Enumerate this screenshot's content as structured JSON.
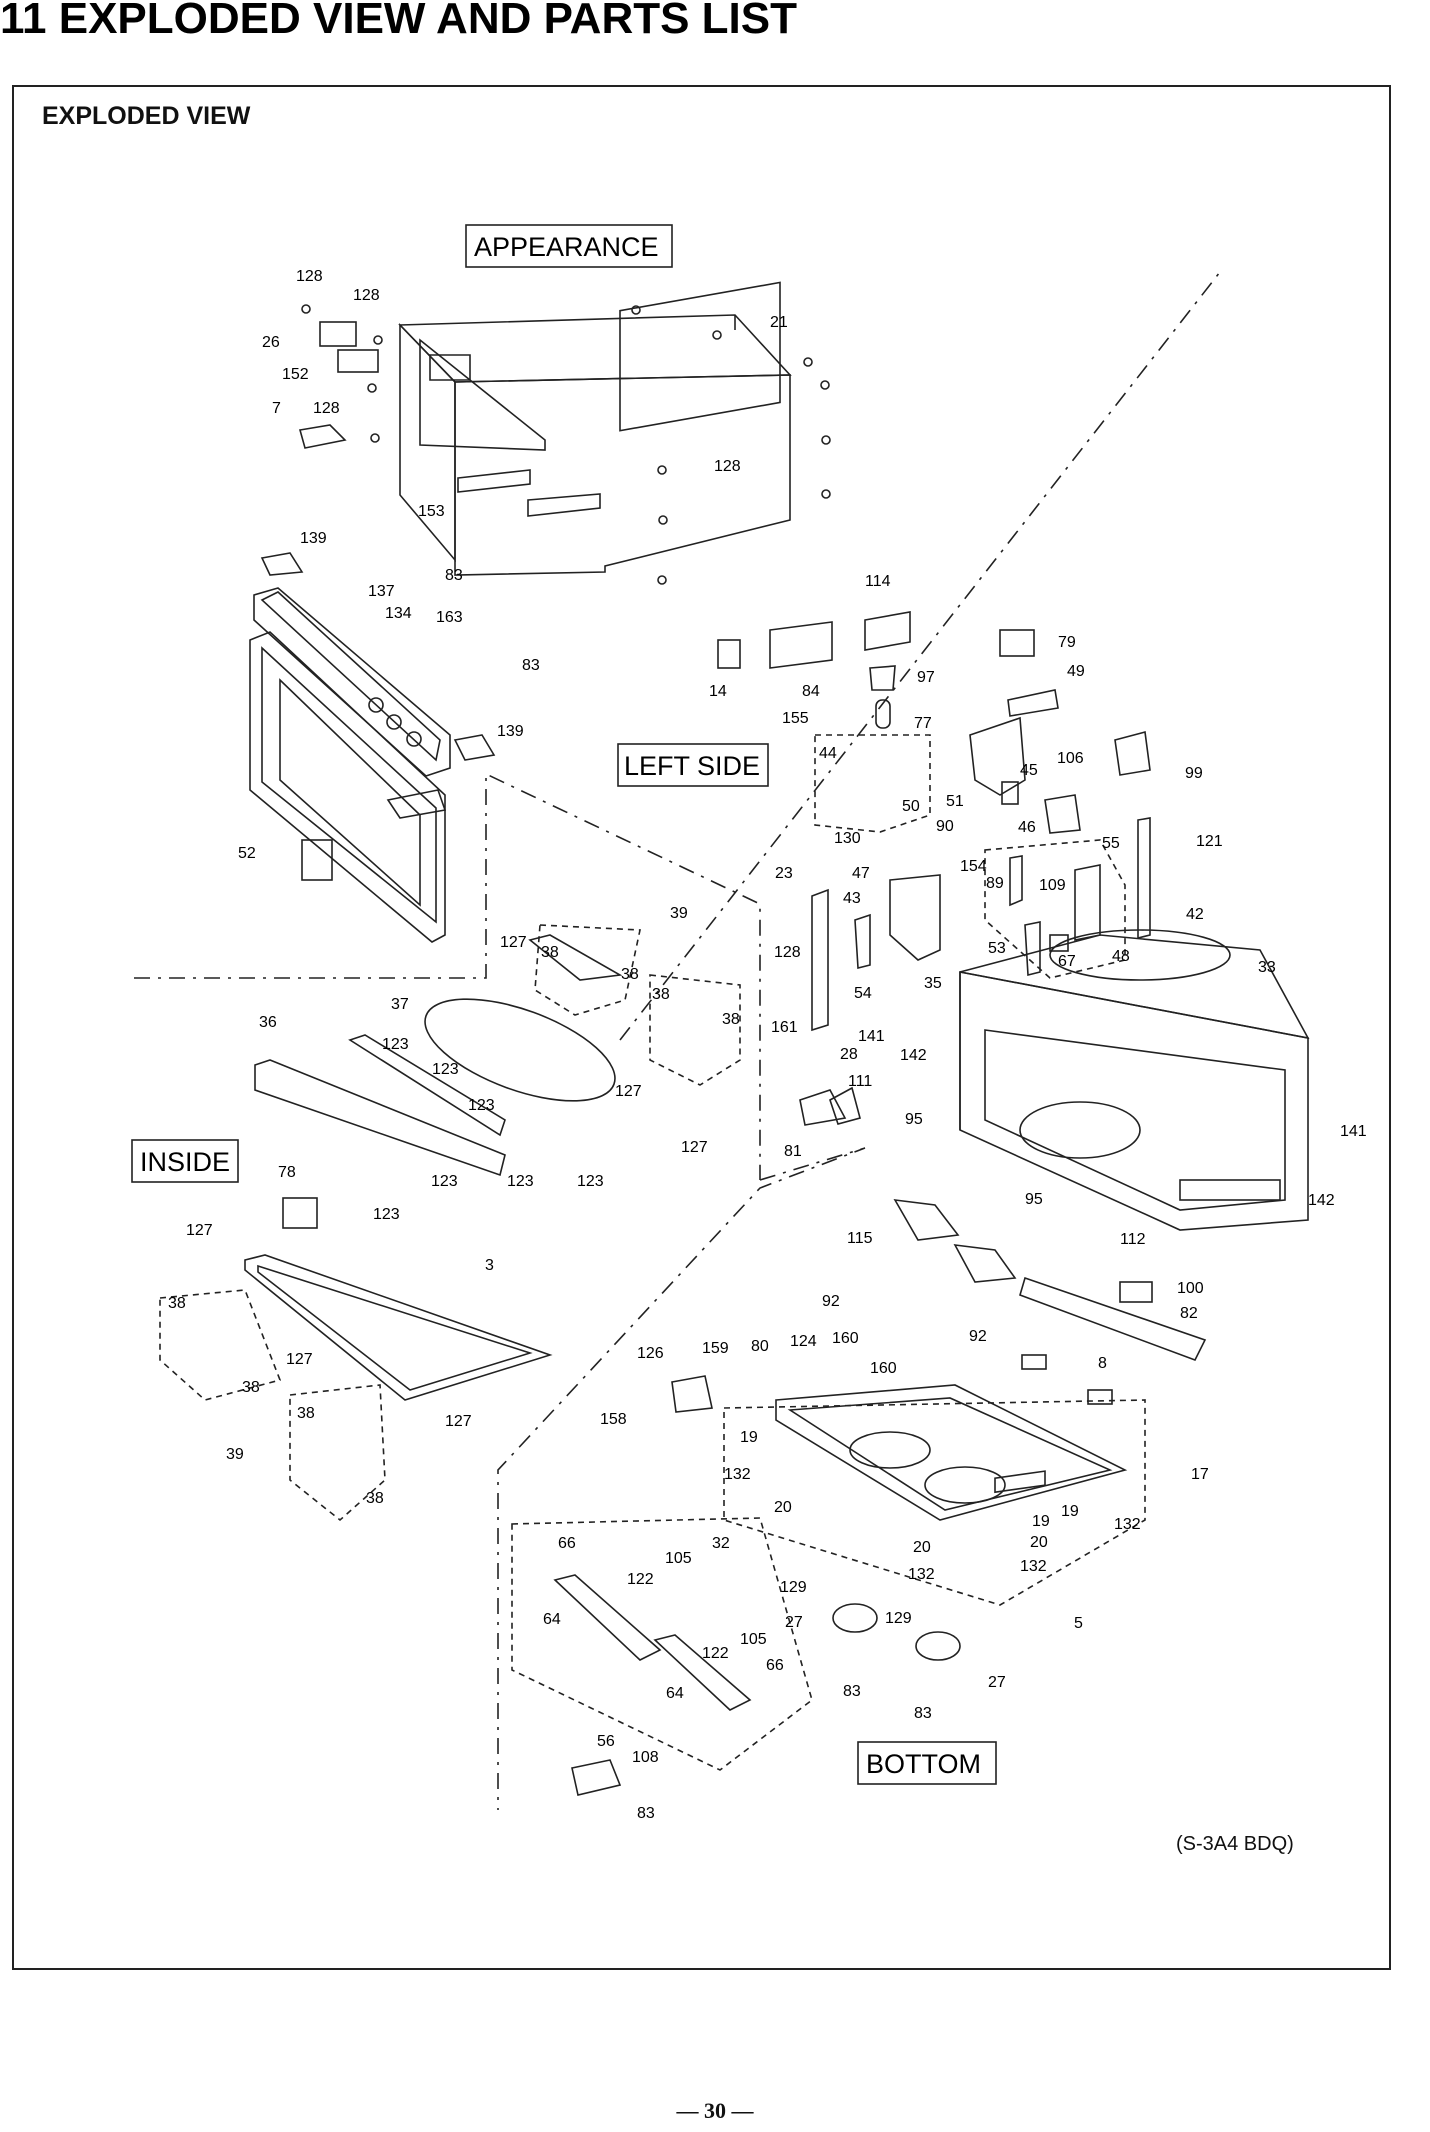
{
  "page": {
    "heading": "11 EXPLODED VIEW AND PARTS LIST",
    "section_label": "EXPLODED VIEW",
    "drawing_code": "(S-3A4 BDQ)",
    "page_number": "— 30 —"
  },
  "groups": {
    "appearance": "APPEARANCE",
    "left_side": "LEFT SIDE",
    "inside": "INSIDE",
    "bottom": "BOTTOM"
  },
  "callouts": {
    "appearance": [
      "128",
      "128",
      "26",
      "152",
      "7",
      "128",
      "21",
      "128",
      "153",
      "139",
      "83",
      "137",
      "134",
      "163",
      "83",
      "139",
      "52"
    ],
    "left_side": [
      "114",
      "79",
      "49",
      "14",
      "84",
      "97",
      "77",
      "155",
      "44",
      "106",
      "99",
      "45",
      "51",
      "50",
      "90",
      "46",
      "130",
      "154",
      "47",
      "55",
      "121",
      "23",
      "43",
      "89",
      "109",
      "42",
      "128",
      "53",
      "67",
      "48",
      "54",
      "35",
      "33",
      "161",
      "141",
      "28",
      "142",
      "111",
      "95",
      "81",
      "141",
      "95",
      "142",
      "112"
    ],
    "inside": [
      "39",
      "127",
      "38",
      "38",
      "37",
      "38",
      "38",
      "36",
      "123",
      "127",
      "123",
      "123",
      "127",
      "123",
      "123",
      "123",
      "78",
      "123",
      "127",
      "3",
      "38",
      "127",
      "38",
      "38",
      "127",
      "39",
      "38"
    ],
    "bottom": [
      "115",
      "100",
      "92",
      "82",
      "160",
      "92",
      "160",
      "8",
      "126",
      "159",
      "80",
      "124",
      "158",
      "19",
      "17",
      "132",
      "20",
      "19",
      "19",
      "132",
      "66",
      "32",
      "20",
      "20",
      "105",
      "132",
      "122",
      "129",
      "132",
      "64",
      "27",
      "129",
      "5",
      "105",
      "122",
      "66",
      "83",
      "27",
      "64",
      "83",
      "56",
      "108",
      "83"
    ]
  }
}
